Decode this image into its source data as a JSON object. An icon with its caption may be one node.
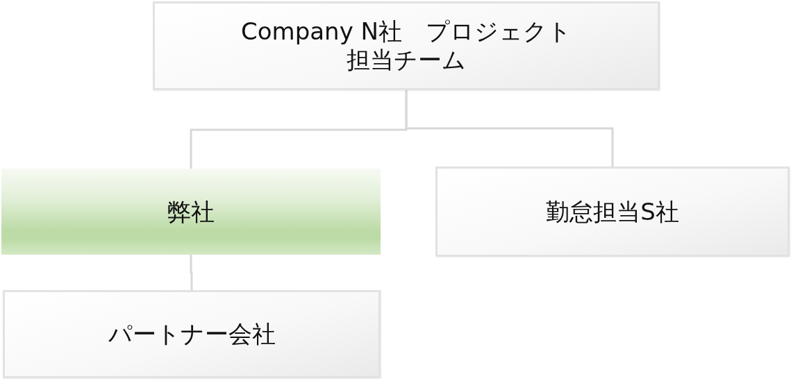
{
  "diagram": {
    "nodes": [
      {
        "text": [
          "Company N社　プロジェクト担当チーム"
        ]
      },
      {
        "text": [
          "弊社"
        ]
      },
      {
        "text": [
          "勤怠担当S社"
        ]
      },
      {
        "text": [
          "パートナー会社"
        ]
      }
    ],
    "edges": [
      {
        "from": 0,
        "to": 1,
        "arrow": "none"
      },
      {
        "from": 0,
        "to": 2,
        "arrow": "none"
      },
      {
        "from": 1,
        "to": 3,
        "arrow": "none"
      }
    ]
  }
}
